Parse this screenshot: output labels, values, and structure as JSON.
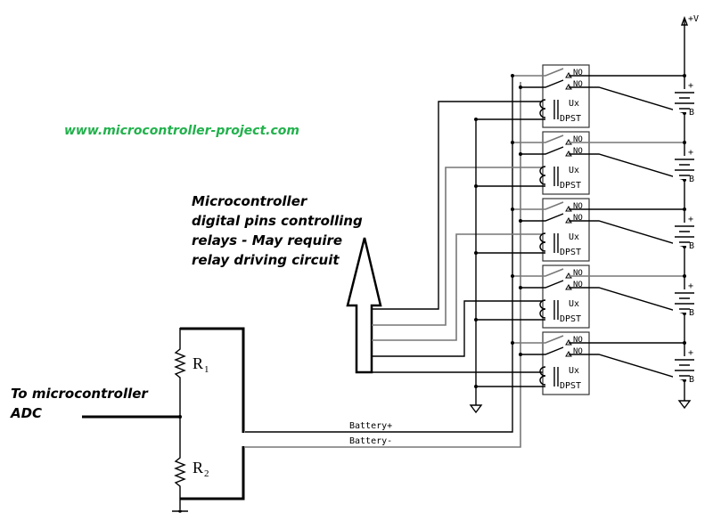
{
  "website_url": "www.microcontroller-project.com",
  "annotations": {
    "digital_pins_note": [
      "Microcontroller",
      "digital pins controlling",
      "relays - May require",
      "relay driving circuit"
    ],
    "adc_note": [
      "To microcontroller",
      "ADC"
    ]
  },
  "resistors": [
    {
      "label": "R",
      "subscript": "1"
    },
    {
      "label": "R",
      "subscript": "2"
    }
  ],
  "bus_labels": {
    "battery_plus": "Battery+",
    "battery_minus": "Battery-"
  },
  "supply_label": "+V",
  "relays": [
    {
      "name": "Ux",
      "type": "DPST",
      "contact_1": "NO",
      "contact_2": "NO"
    },
    {
      "name": "Ux",
      "type": "DPST",
      "contact_1": "NO",
      "contact_2": "NO"
    },
    {
      "name": "Ux",
      "type": "DPST",
      "contact_1": "NO",
      "contact_2": "NO"
    },
    {
      "name": "Ux",
      "type": "DPST",
      "contact_1": "NO",
      "contact_2": "NO"
    },
    {
      "name": "Ux",
      "type": "DPST",
      "contact_1": "NO",
      "contact_2": "NO"
    }
  ],
  "batteries": [
    {
      "plus": "+",
      "label": "B"
    },
    {
      "plus": "+",
      "label": "B"
    },
    {
      "plus": "+",
      "label": "B"
    },
    {
      "plus": "+",
      "label": "B"
    },
    {
      "plus": "+",
      "label": "B"
    }
  ]
}
